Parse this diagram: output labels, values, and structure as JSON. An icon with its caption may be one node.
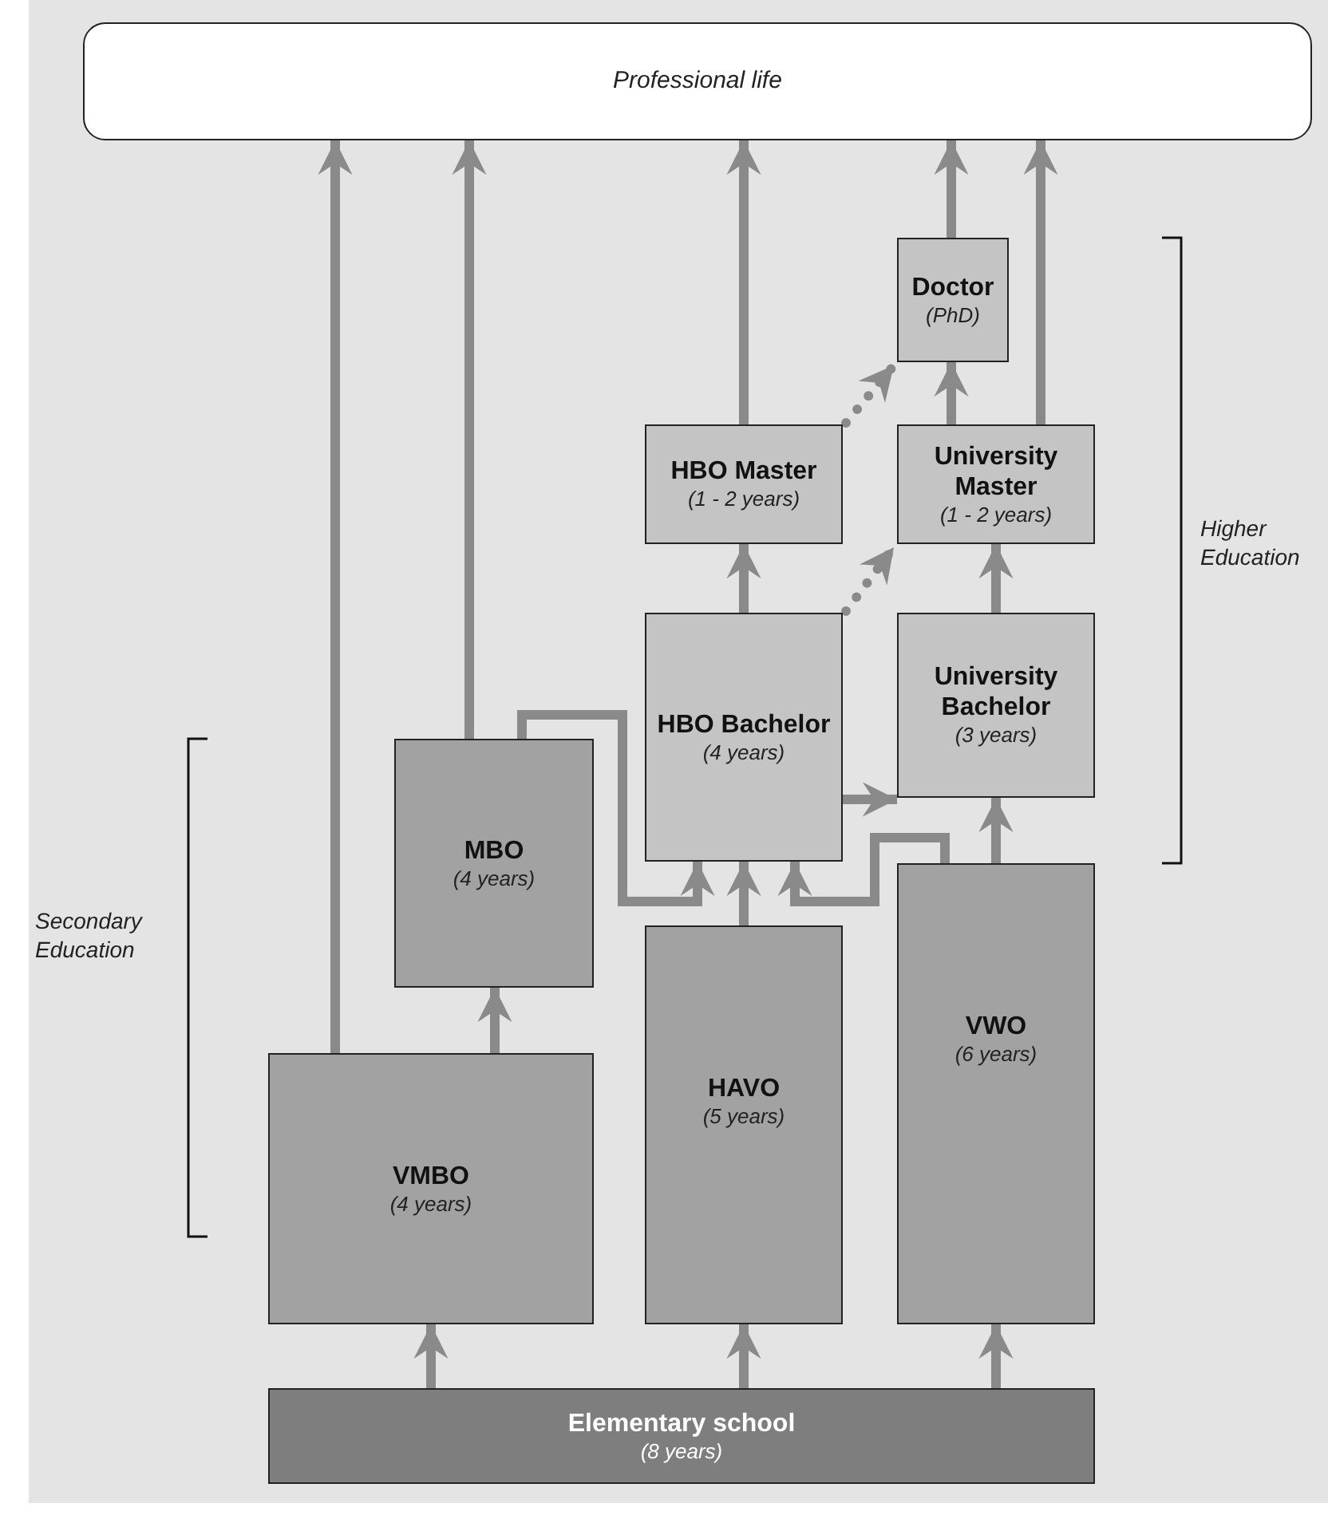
{
  "diagram": {
    "nodes": [
      {
        "text": [
          "Professional life"
        ]
      },
      {
        "text": [
          "Doctor",
          "(PhD)"
        ]
      },
      {
        "text": [
          "HBO Master",
          "(1 - 2 years)"
        ]
      },
      {
        "text": [
          "University Master",
          "(1 - 2 years)"
        ]
      },
      {
        "text": [
          "HBO Bachelor",
          "(4 years)"
        ]
      },
      {
        "text": [
          "University Bachelor",
          "(3 years)"
        ]
      },
      {
        "text": [
          "MBO",
          "(4 years)"
        ]
      },
      {
        "text": [
          "HAVO",
          "(5 years)"
        ]
      },
      {
        "text": [
          "VWO",
          "(6 years)"
        ]
      },
      {
        "text": [
          "VMBO",
          "(4 years)"
        ]
      },
      {
        "text": [
          "Elementary school",
          "(8 years)"
        ]
      }
    ],
    "edges": [
      {
        "from": 10,
        "to": 9,
        "arrow": "to"
      },
      {
        "from": 10,
        "to": 7,
        "arrow": "to"
      },
      {
        "from": 10,
        "to": 8,
        "arrow": "to"
      },
      {
        "from": 9,
        "to": 0,
        "arrow": "to"
      },
      {
        "from": 9,
        "to": 6,
        "arrow": "to"
      },
      {
        "from": 6,
        "to": 0,
        "arrow": "to"
      },
      {
        "from": 6,
        "to": 4,
        "arrow": "to"
      },
      {
        "from": 7,
        "to": 4,
        "arrow": "to"
      },
      {
        "from": 8,
        "to": 4,
        "arrow": "to"
      },
      {
        "from": 8,
        "to": 5,
        "arrow": "to"
      },
      {
        "from": 4,
        "to": 5,
        "arrow": "to"
      },
      {
        "from": 4,
        "to": 3,
        "arrow": "to",
        "style": "dashed"
      },
      {
        "from": 4,
        "to": 2,
        "arrow": "to"
      },
      {
        "from": 5,
        "to": 3,
        "arrow": "to"
      },
      {
        "from": 2,
        "to": 0,
        "arrow": "to"
      },
      {
        "from": 2,
        "to": 1,
        "arrow": "to",
        "style": "dashed"
      },
      {
        "from": 3,
        "to": 1,
        "arrow": "to"
      },
      {
        "from": 3,
        "to": 0,
        "arrow": "to"
      },
      {
        "from": 1,
        "to": 0,
        "arrow": "to"
      }
    ],
    "labels": [
      "Higher Education",
      "Secondary Education"
    ]
  }
}
